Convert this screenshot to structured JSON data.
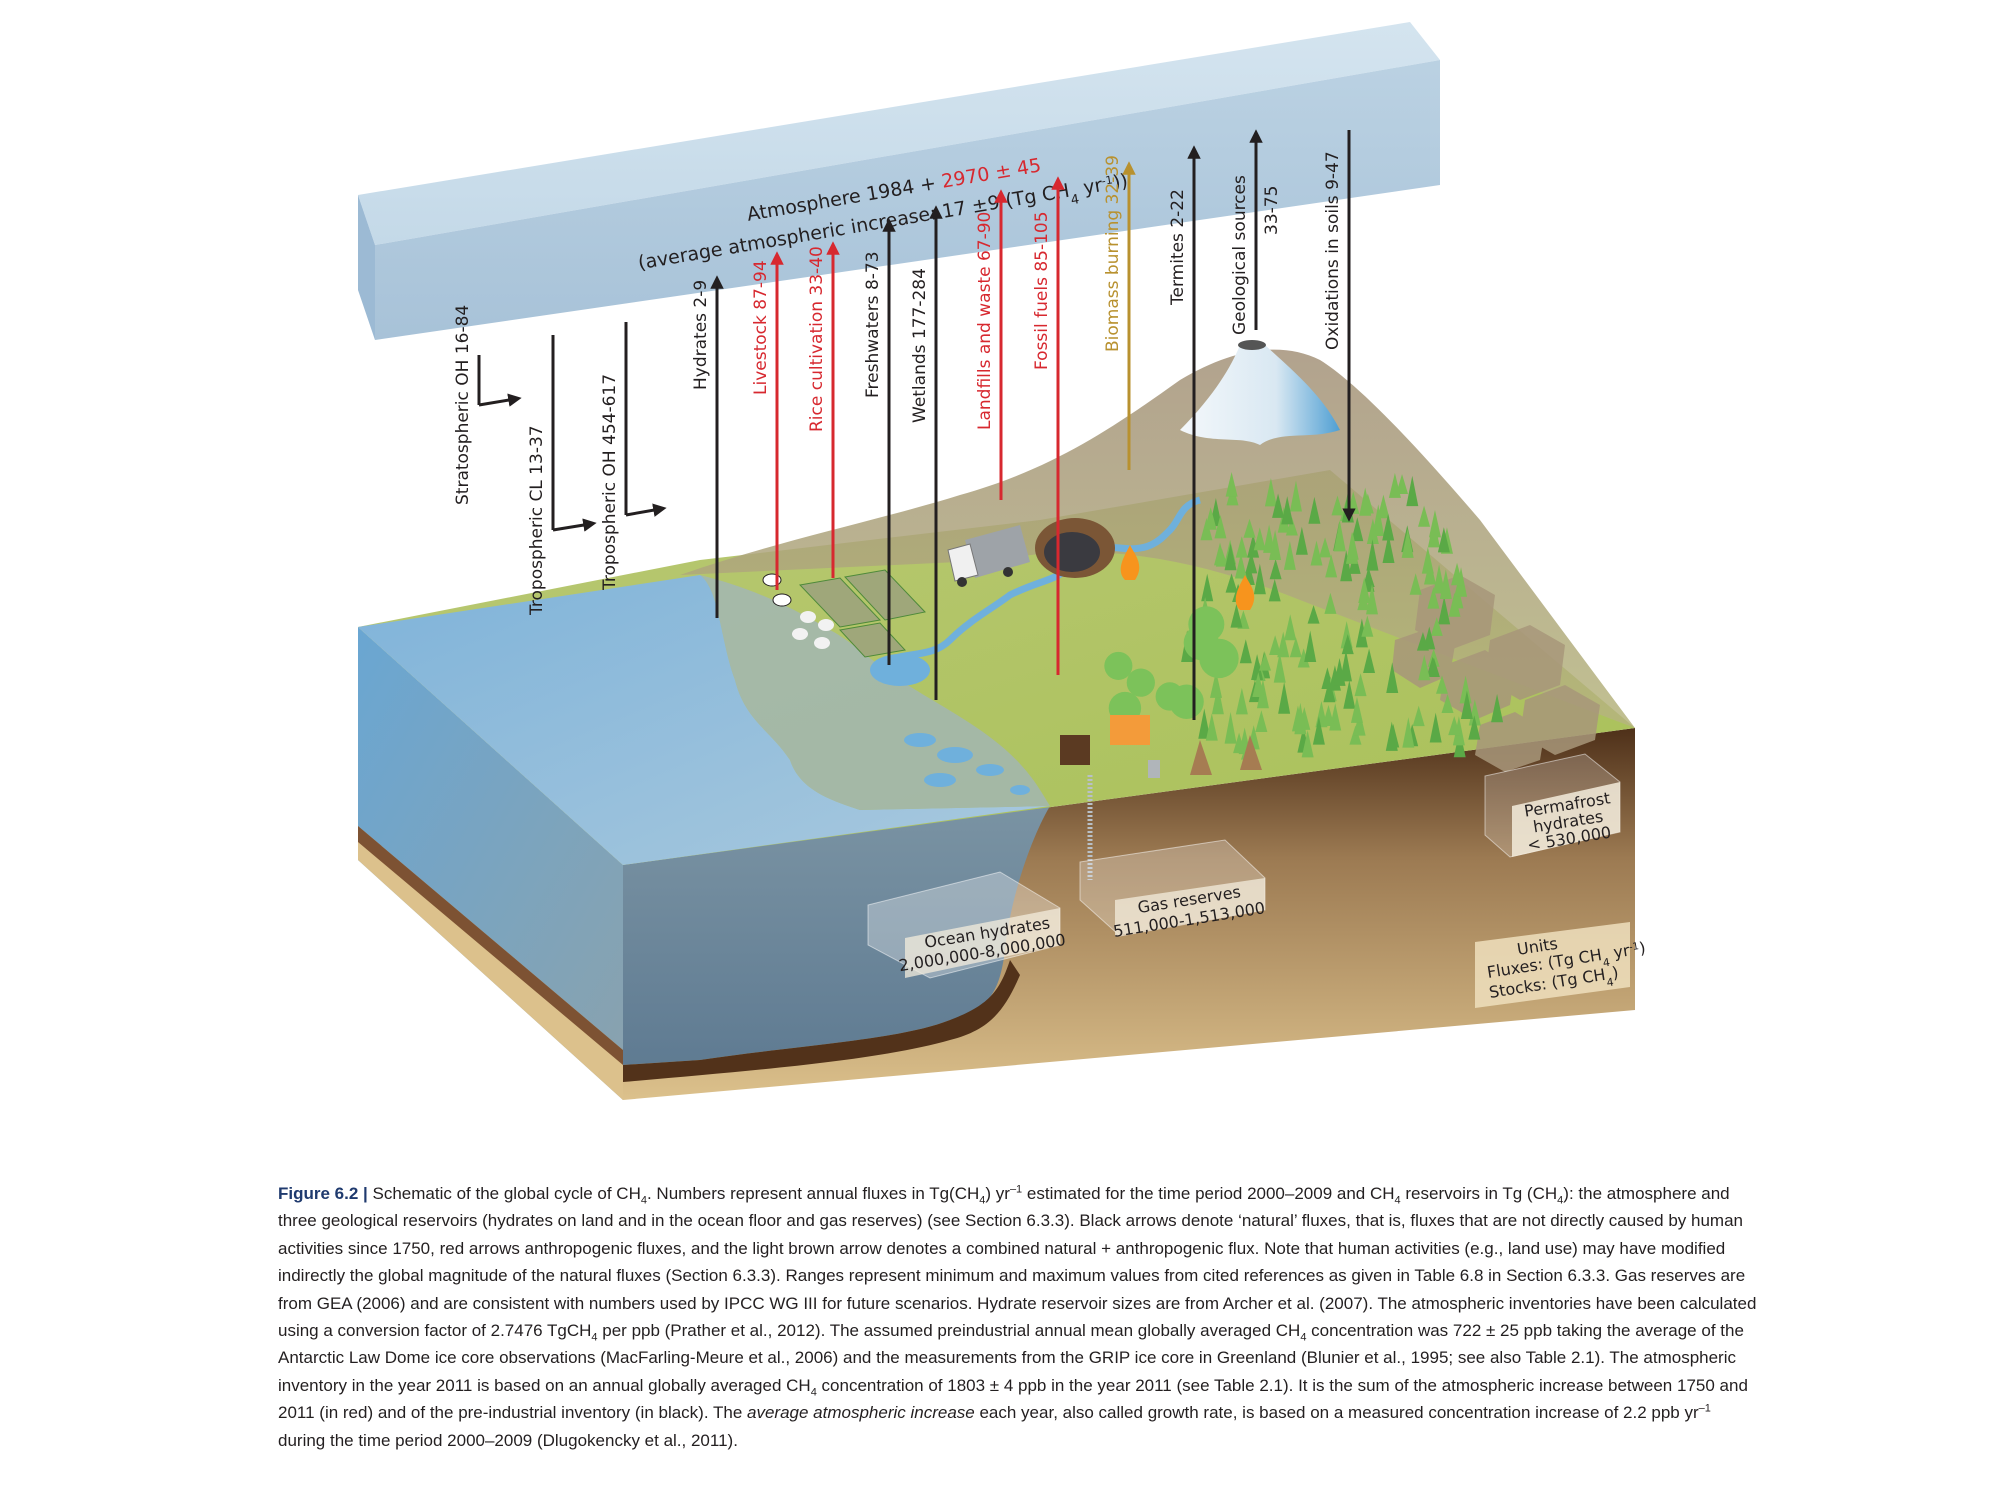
{
  "atmosphere": {
    "line1_prefix": "Atmosphere 1984 + ",
    "line1_red": "2970 ± 45",
    "line2": "(average atmospheric increase: 17 ±9 (Tg CH",
    "line2_sub": "4",
    "line2_mid": " yr",
    "line2_sup": "-1",
    "line2_end": "))"
  },
  "sinks": [
    {
      "label": "Stratospheric OH  16-84",
      "color": "#231f20"
    },
    {
      "label": "Tropospheric CL  13-37",
      "color": "#231f20"
    },
    {
      "label": "Tropospheric OH  454-617",
      "color": "#231f20"
    }
  ],
  "sources": [
    {
      "label": "Hydrates  2-9",
      "kind": "natural",
      "color": "#231f20"
    },
    {
      "label": "Livestock  87-94",
      "kind": "anthropogenic",
      "color": "#d7282f"
    },
    {
      "label": "Rice cultivation  33-40",
      "kind": "anthropogenic",
      "color": "#d7282f"
    },
    {
      "label": "Freshwaters  8-73",
      "kind": "natural",
      "color": "#231f20"
    },
    {
      "label": "Wetlands  177-284",
      "kind": "natural",
      "color": "#231f20"
    },
    {
      "label": "Landfills and waste  67-90",
      "kind": "anthropogenic",
      "color": "#d7282f"
    },
    {
      "label": "Fossil fuels  85-105",
      "kind": "anthropogenic",
      "color": "#d7282f"
    },
    {
      "label": "Biomass burning  32-39",
      "kind": "combined",
      "color": "#b8912f"
    },
    {
      "label": "Termites  2-22",
      "kind": "natural",
      "color": "#231f20"
    },
    {
      "label": "Geological sources",
      "value": "33-75",
      "kind": "natural",
      "color": "#231f20"
    },
    {
      "label": "Oxidations in soils  9-47",
      "kind": "sink",
      "color": "#231f20"
    }
  ],
  "reservoirs": {
    "ocean": {
      "name": "Ocean hydrates",
      "value": "2,000,000-8,000,000"
    },
    "gas": {
      "name": "Gas reserves",
      "value": "511,000-1,513,000"
    },
    "permafrost": {
      "line1": "Permafrost",
      "line2": "hydrates",
      "value": "< 530,000"
    }
  },
  "units": {
    "title": "Units",
    "fluxes": "Fluxes: (Tg CH",
    "fluxes_sub": "4",
    "fluxes_end": " yr",
    "fluxes_sup": "-1",
    "fluxes_close": ")",
    "stocks": "Stocks: (Tg CH",
    "stocks_sub": "4",
    "stocks_close": ")"
  },
  "colors": {
    "natural": "#231f20",
    "anthropogenic": "#d7282f",
    "combined": "#b8912f",
    "figure_label": "#1f3a6e"
  },
  "caption": {
    "figure_label": "Figure 6.2 |",
    "p1": " Schematic of the global cycle of CH",
    "p1_sub": "4",
    "p2": ". Numbers represent annual fluxes in Tg(CH",
    "p2_sub": "4",
    "p3": ") yr",
    "p3_sup": "–1",
    "p4": " estimated for the time period 2000–2009 and CH",
    "p4_sub": "4",
    "p5": " reservoirs in Tg (CH",
    "p5_sub": "4",
    "p6": "): the atmosphere and three geological reservoirs (hydrates on land and in the ocean floor and gas reserves) (see Section 6.3.3). Black arrows denote ‘natural’ fluxes, that is, fluxes that are not directly caused by human activities since 1750, red arrows anthropogenic fluxes, and the light brown arrow denotes a combined natural + anthropogenic flux. Note that human activities (e.g., land use) may have modified indirectly the global magnitude of the natural fluxes (Section 6.3.3). Ranges represent minimum and maximum values from cited references as given in Table 6.8 in Section 6.3.3. Gas reserves are from GEA (2006) and are consistent with numbers used by IPCC WG III for future scenarios. Hydrate reservoir sizes are from Archer et al. (2007). The atmospheric inventories have been calculated using a conversion factor of 2.7476 TgCH",
    "p6_sub": "4",
    "p7": " per ppb (Prather et al., 2012). The assumed preindustrial annual mean globally averaged CH",
    "p7_sub": "4",
    "p8": " concentration was 722 ± 25 ppb taking the average of the Antarctic Law Dome ice core observations (MacFarling-Meure et al., 2006) and the measurements from the GRIP ice core in Greenland (Blunier et al., 1995; see also Table 2.1). The atmospheric inventory in the year 2011 is based on an annual globally averaged CH",
    "p8_sub": "4",
    "p9": " concentration of 1803 ± 4 ppb in the year 2011 (see Table 2.1). It is the sum of the atmospheric increase between 1750 and 2011 (in red) and of the pre-industrial inventory (in black). The ",
    "p9_italic": "average atmospheric increase",
    "p10": " each year, also called growth rate, is based on a measured concentration increase of 2.2 ppb yr",
    "p10_sup": "–1",
    "p11": " during the time period 2000–2009 (Dlugokencky et al., 2011)."
  }
}
